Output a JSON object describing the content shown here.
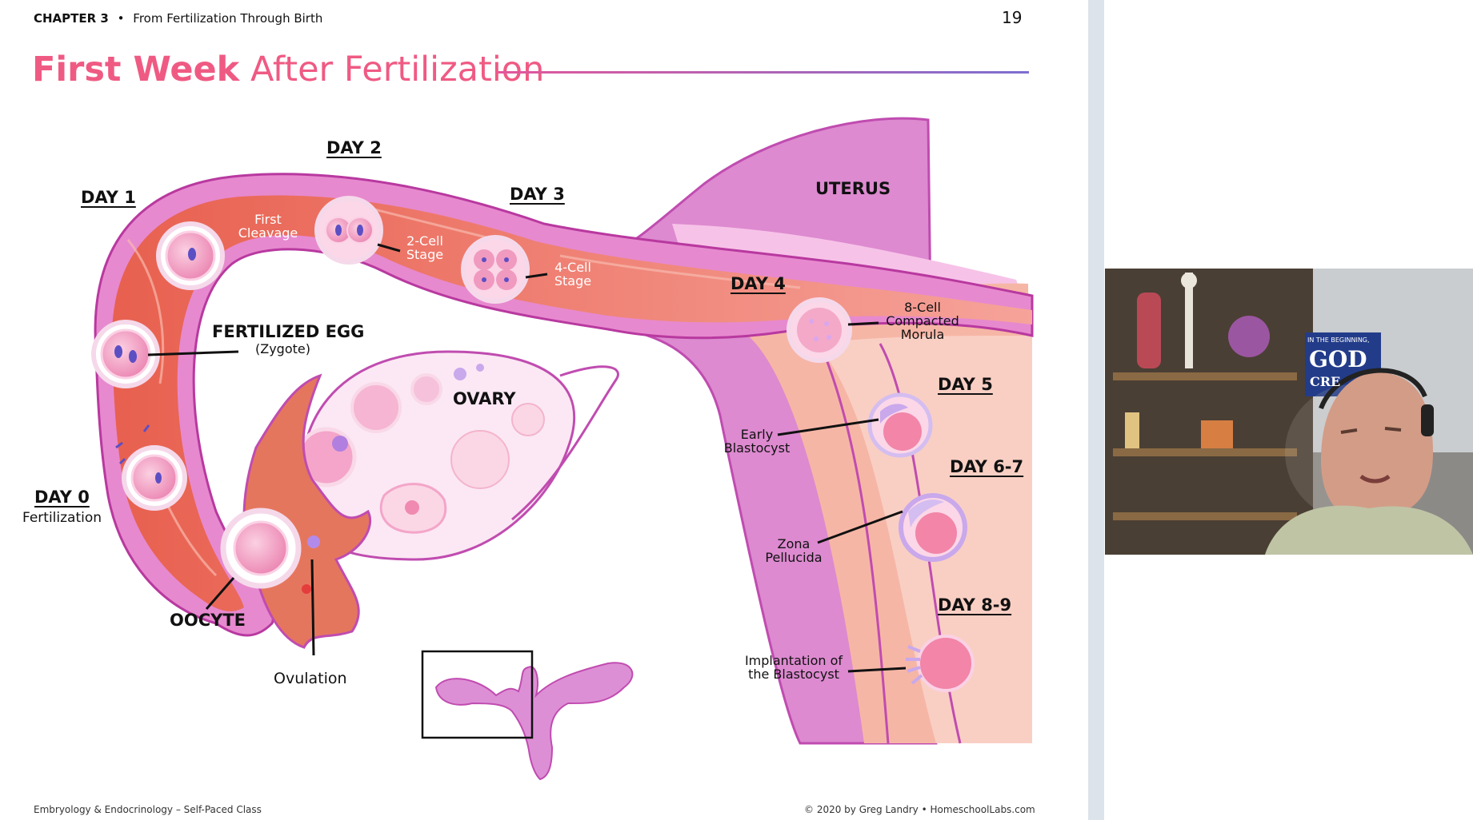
{
  "header": {
    "chapter": "CHAPTER 3",
    "bullet": "•",
    "chapter_title": "From Fertilization Through Birth",
    "page_number": "19"
  },
  "title": {
    "bold": "First Week",
    "rest": "After Fertilization"
  },
  "labels": {
    "day0": "DAY 0",
    "fertilization": "Fertilization",
    "day1": "DAY 1",
    "day2": "DAY 2",
    "day3": "DAY 3",
    "day4": "DAY 4",
    "day5": "DAY 5",
    "day67": "DAY 6-7",
    "day89": "DAY 8-9",
    "uterus": "UTERUS",
    "ovary": "OVARY",
    "fertilized_egg": "FERTILIZED EGG",
    "zygote": "(Zygote)",
    "oocyte": "OOCYTE",
    "ovulation": "Ovulation",
    "first_cleavage_1": "First",
    "first_cleavage_2": "Cleavage",
    "two_cell_1": "2-Cell",
    "two_cell_2": "Stage",
    "four_cell_1": "4-Cell",
    "four_cell_2": "Stage",
    "morula_1": "8-Cell",
    "morula_2": "Compacted",
    "morula_3": "Morula",
    "early_blast_1": "Early",
    "early_blast_2": "Blastocyst",
    "zona_1": "Zona",
    "zona_2": "Pellucida",
    "implant_1": "Implantation of",
    "implant_2": "the Blastocyst"
  },
  "footer": {
    "left": "Embryology & Endocrinology – Self-Paced Class",
    "right": "© 2020 by Greg Landry  •  HomeschoolLabs.com"
  },
  "webcam": {
    "poster_line1": "IN THE BEGINNING,",
    "poster_line2": "GOD",
    "poster_line3": "CRE"
  },
  "colors": {
    "title_pink": "#ef5a83",
    "tube_outer": "#d768b8",
    "tube_inner": "#f08a7e",
    "uterus_wall": "#e39ad6",
    "cell_pink": "#f09ac0",
    "nucleus_blue": "#5c4fc4"
  }
}
